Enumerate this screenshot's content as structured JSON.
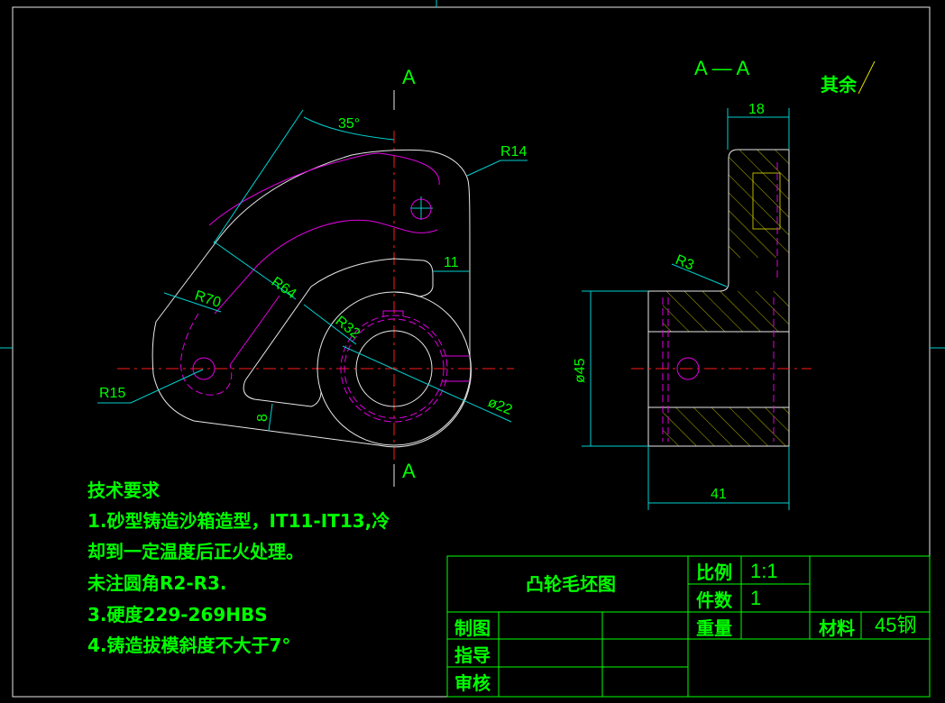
{
  "section_labels": {
    "top_a": "A",
    "bottom_a": "A",
    "section_view": "A — A"
  },
  "roughness_note": "其余",
  "front_view_dims": {
    "angle": "35°",
    "r14": "R14",
    "d11": "11",
    "r64": "R64",
    "r70": "R70",
    "r32": "R32",
    "r15": "R15",
    "d8": "8",
    "phi22": "ø22"
  },
  "side_view_dims": {
    "d18": "18",
    "r3": "R3",
    "phi45": "ø45",
    "d41": "41"
  },
  "tech_requirements": {
    "title": "技术要求",
    "lines": [
      "1.砂型铸造沙箱造型，IT11-IT13,冷",
      "却到一定温度后正火处理。",
      "未注圆角R2-R3.",
      "3.硬度229-269HBS",
      "4.铸造拔模斜度不大于7°"
    ]
  },
  "title_block": {
    "drawing_name": "凸轮毛坯图",
    "scale_label": "比例",
    "scale_value": "1:1",
    "quantity_label": "件数",
    "quantity_value": "1",
    "weight_label": "重量",
    "material_label": "材料",
    "material_value": "45钢",
    "drawn_label": "制图",
    "guide_label": "指导",
    "review_label": "审核"
  },
  "colors": {
    "outline": "#e8e8e8",
    "centerline": "#ff1a1a",
    "hidden": "#e000e0",
    "dimension": "#00d0d0",
    "text": "#00ff00",
    "hatch": "#e0e000"
  }
}
